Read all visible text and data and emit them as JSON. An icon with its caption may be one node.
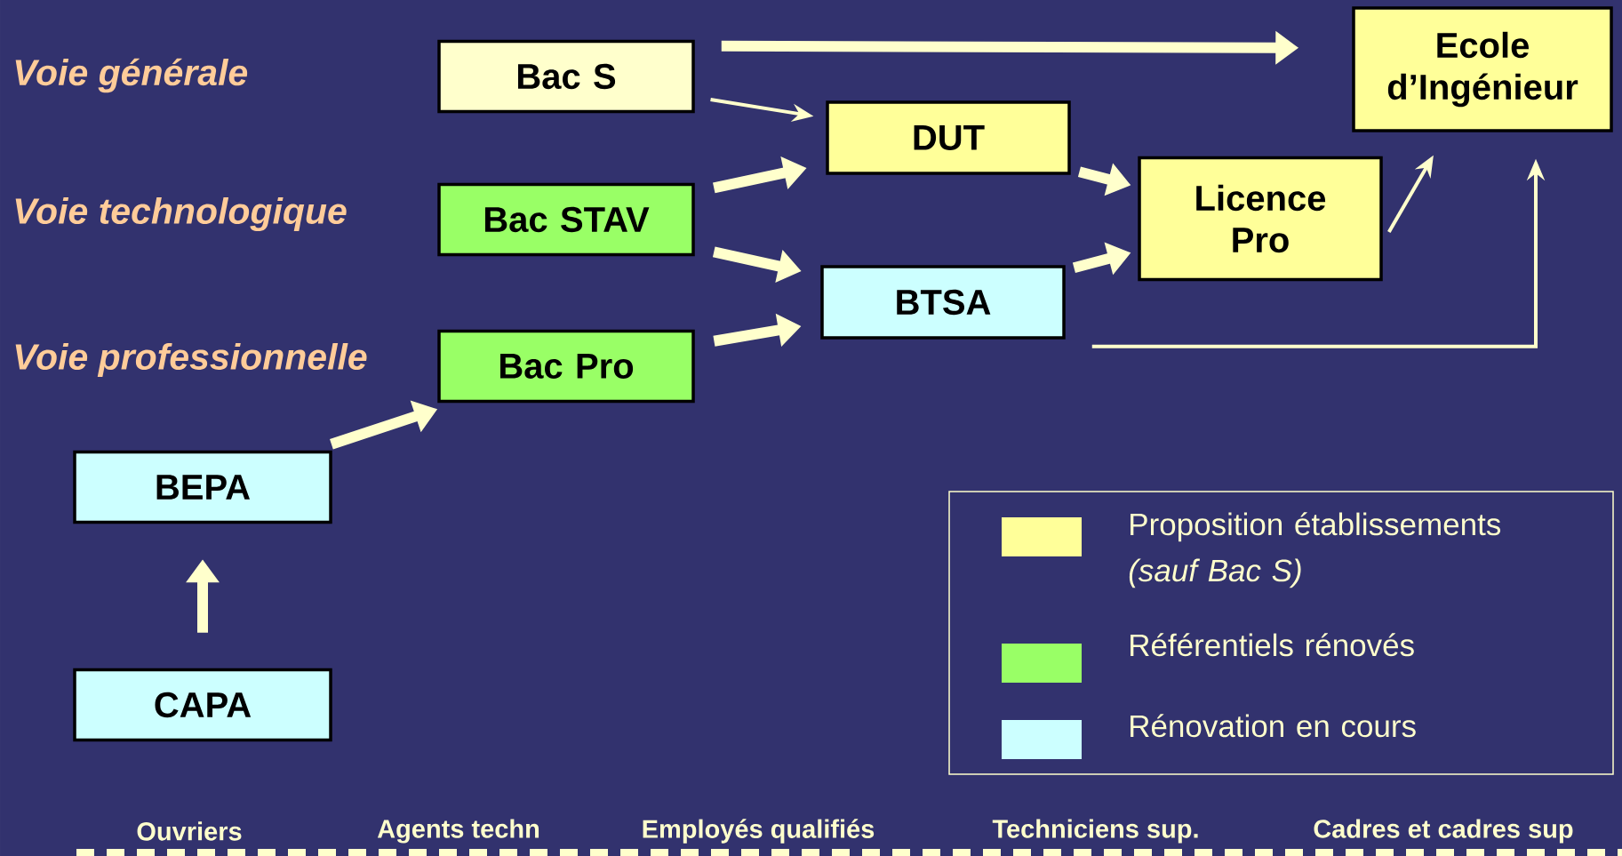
{
  "diagram": {
    "nodes": [
      {
        "text": [
          "Bac S"
        ]
      },
      {
        "text": [
          "Bac STAV"
        ]
      },
      {
        "text": [
          "Bac Pro"
        ]
      },
      {
        "text": [
          "DUT"
        ]
      },
      {
        "text": [
          "Licence Pro"
        ]
      },
      {
        "text": [
          "BTSA"
        ]
      },
      {
        "text": [
          "Ecole d’Ingénieur"
        ]
      },
      {
        "text": [
          "BEPA"
        ]
      },
      {
        "text": [
          "CAPA"
        ]
      }
    ],
    "edges": [
      {
        "from": 0,
        "to": 6,
        "arrow": "to"
      },
      {
        "from": 0,
        "to": 3,
        "arrow": "to"
      },
      {
        "from": 1,
        "to": 3,
        "arrow": "to"
      },
      {
        "from": 1,
        "to": 5,
        "arrow": "to"
      },
      {
        "from": 2,
        "to": 5,
        "arrow": "to"
      },
      {
        "from": 3,
        "to": 4,
        "arrow": "to"
      },
      {
        "from": 5,
        "to": 4,
        "arrow": "to"
      },
      {
        "from": 4,
        "to": 6,
        "arrow": "to"
      },
      {
        "from": 5,
        "to": 6,
        "arrow": "to"
      },
      {
        "from": 7,
        "to": 2,
        "arrow": "to"
      },
      {
        "from": 8,
        "to": 7,
        "arrow": "to"
      }
    ],
    "labels": [
      "Voie générale",
      "Voie technologique",
      "Voie professionnelle",
      "Ouvriers",
      "Agents techn",
      "Employés qualifiés",
      "Techniciens sup.",
      "Cadres et cadres sup"
    ],
    "legend": [
      {
        "text": "Proposition établissements *(sauf Bac S)*",
        "color": "#ffff99"
      },
      {
        "text": "Référentiels rénovés",
        "color": "#99ff66"
      },
      {
        "text": "Rénovation en cours",
        "color": "#ccffff"
      }
    ]
  }
}
